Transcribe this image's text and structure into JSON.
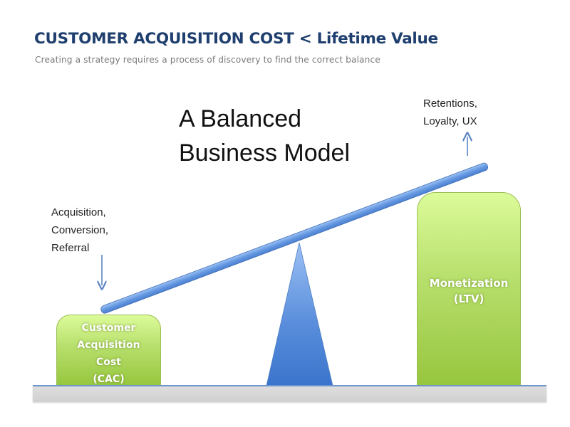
{
  "slide": {
    "title": "CUSTOMER ACQUISITION COST < Lifetime Value",
    "subtitle": "Creating a strategy requires a process of discovery to find the correct balance",
    "headline": [
      "A Balanced",
      "Business Model"
    ]
  },
  "left_note": {
    "lines": [
      "Acquisition,",
      "Conversion,",
      "Referral"
    ],
    "arrow": "arrow-down-icon"
  },
  "right_note": {
    "lines": [
      "Retentions,",
      "Loyalty, UX"
    ],
    "arrow": "arrow-up-icon"
  },
  "left_box": {
    "lines": [
      "Customer",
      "Acquisition",
      "Cost",
      "(CAC)"
    ]
  },
  "right_box": {
    "lines": [
      "Monetization",
      "(LTV)"
    ]
  },
  "colors": {
    "title": "#1f3f6e",
    "subtitle": "#7a7a7a",
    "box_green_top": "#dcfb9a",
    "box_green_bottom": "#97c63f",
    "beam_blue": "#5b8fdc",
    "fulcrum_blue": "#3f7ad0",
    "ground_gray": "#d6d6d6",
    "ground_line": "#6e96cc",
    "arrow_blue": "#5a85c2"
  }
}
